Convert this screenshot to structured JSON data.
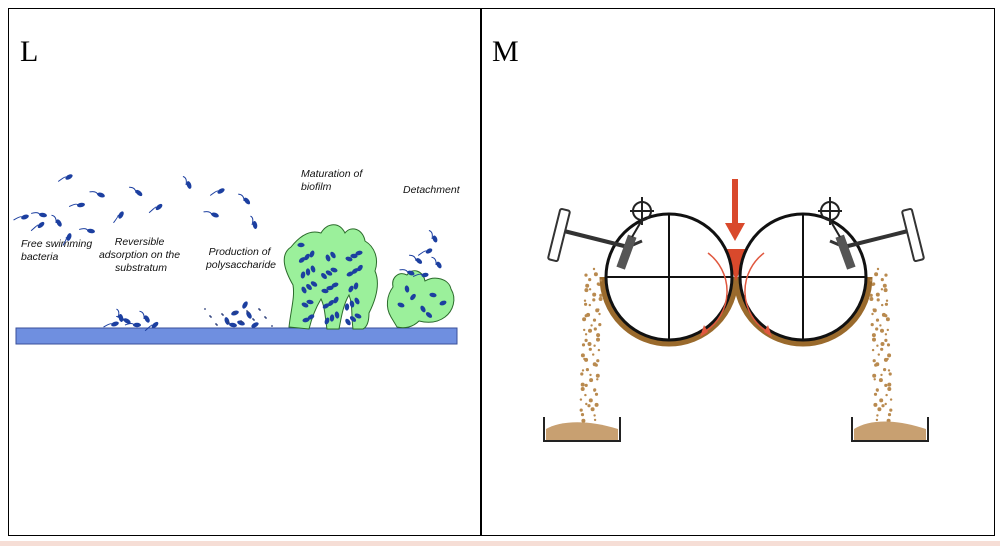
{
  "panels": {
    "left": {
      "letter": "L",
      "stages": [
        {
          "lines": [
            "Free swimming",
            "bacteria"
          ]
        },
        {
          "lines": [
            "Reversible",
            "adsorption on the",
            "substratum"
          ]
        },
        {
          "lines": [
            "Production of",
            "polysaccharide"
          ]
        },
        {
          "lines": [
            "Maturation of",
            "biofilm"
          ]
        },
        {
          "lines": [
            "Detachment"
          ]
        }
      ]
    },
    "right": {
      "letter": "M"
    }
  },
  "colors": {
    "substratum": "#6f8fe0",
    "biofilm": "#9bf09b",
    "bacteria": "#1c3fa0",
    "arrow": "#d9492c",
    "product": "#b98a4f",
    "frame": "#000000"
  }
}
